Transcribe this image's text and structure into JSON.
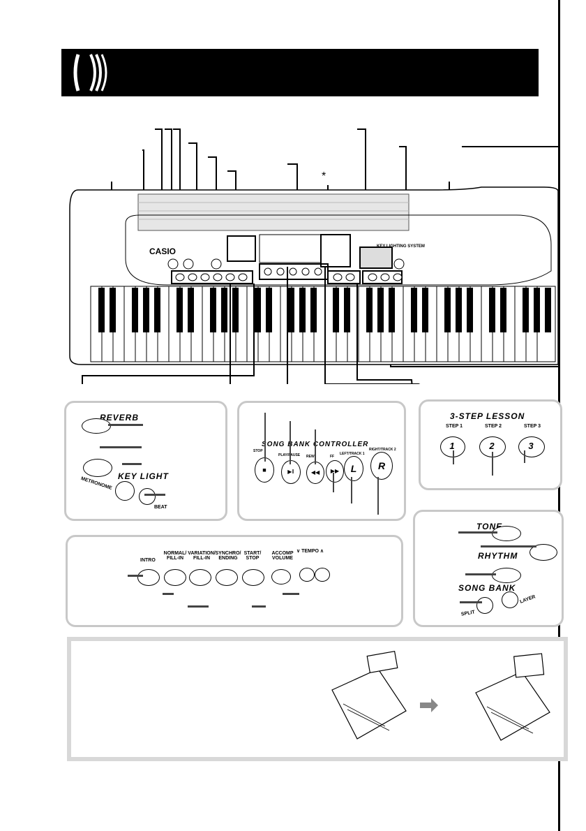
{
  "header": {
    "title": ""
  },
  "keyboard": {
    "brand": "CASIO",
    "system_label": "KEY LIGHTING SYSTEM",
    "asterisk": "*"
  },
  "panel_reverb": {
    "reverb": "REVERB",
    "key_light": "KEY LIGHT",
    "metronome": "METRONOME",
    "beat": "BEAT"
  },
  "panel_song_bank": {
    "title": "SONG BANK CONTROLLER",
    "stop": "STOP",
    "play_pause": "PLAY/PAUSE",
    "rew": "REW",
    "ff": "FF",
    "left_track1": "LEFT/TRACK 1",
    "right_track2": "RIGHT/TRACK 2",
    "stop_symbol": "■",
    "play_symbol": "▶‖",
    "rew_symbol": "◀◀",
    "ff_symbol": "▶▶",
    "l_symbol": "L",
    "r_symbol": "R"
  },
  "panel_lesson": {
    "title": "3-STEP LESSON",
    "step1": "STEP 1",
    "step2": "STEP 2",
    "step3": "STEP 3",
    "btn1": "1",
    "btn2": "2",
    "btn3": "3"
  },
  "panel_accomp": {
    "intro": "INTRO",
    "normal_fill_in": "NORMAL/ FILL-IN",
    "variation_fill_in": "VARIATION/ FILL-IN",
    "synchro_ending": "SYNCHRO/ ENDING",
    "start_stop": "START/ STOP",
    "accomp_volume": "ACCOMP VOLUME",
    "tempo": "∨ TEMPO ∧"
  },
  "panel_tone": {
    "tone": "TONE",
    "rhythm": "RHYTHM",
    "song_bank": "SONG BANK",
    "split": "SPLIT",
    "layer": "LAYER"
  }
}
